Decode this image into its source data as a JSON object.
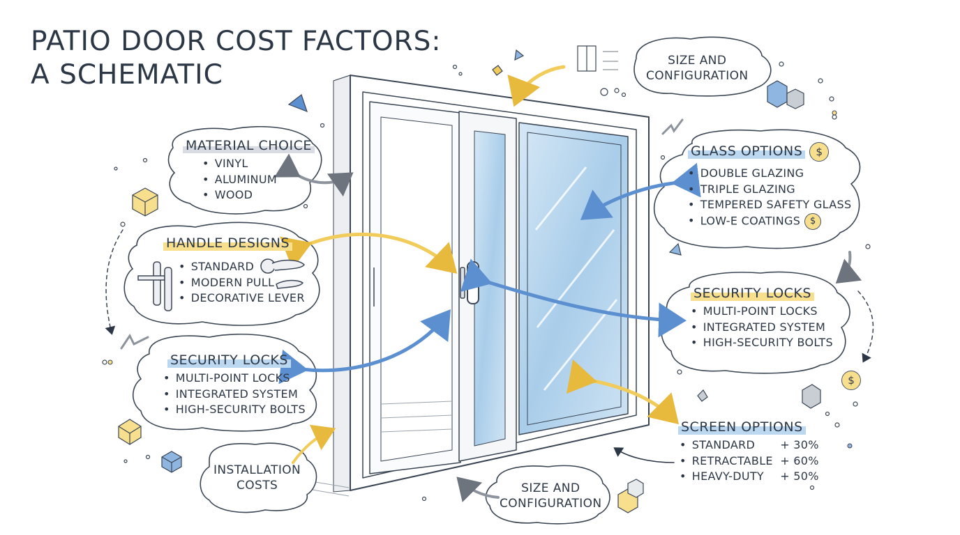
{
  "title": {
    "line1": "PATIO DOOR COST FACTORS:",
    "line2": "A SCHEMATIC"
  },
  "top_size": {
    "line1": "SIZE AND",
    "line2": "CONFIGURATION"
  },
  "material": {
    "heading": "MATERIAL CHOICE",
    "items": [
      "VINYL",
      "ALUMINUM",
      "WOOD"
    ]
  },
  "handles": {
    "heading": "HANDLE DESIGNS",
    "items": [
      "STANDARD",
      "MODERN PULL",
      "DECORATIVE LEVER"
    ]
  },
  "security_left": {
    "heading": "SECURITY LOCKS",
    "items": [
      "MULTI-POINT LOCKS",
      "INTEGRATED SYSTEM",
      "HIGH-SECURITY BOLTS"
    ]
  },
  "installation": {
    "line1": "INSTALLATION",
    "line2": "COSTS"
  },
  "bottom_size": {
    "line1": "SIZE AND",
    "line2": "CONFIGURATION"
  },
  "glass": {
    "heading": "GLASS OPTIONS",
    "coin": "$",
    "items": [
      "DOUBLE GLAZING",
      "TRIPLE GLAZING",
      "TEMPERED SAFETY GLASS",
      "LOW-E COATINGS"
    ]
  },
  "security_right": {
    "heading": "SECURITY LOCKS",
    "items": [
      "MULTI-POINT LOCKS",
      "INTEGRATED SYSTEM",
      "HIGH-SECURITY BOLTS"
    ]
  },
  "screen": {
    "heading": "SCREEN OPTIONS",
    "items": [
      {
        "label": "STANDARD",
        "value": "+ 30%"
      },
      {
        "label": "RETRACTABLE",
        "value": "+ 60%"
      },
      {
        "label": "HEAVY-DUTY",
        "value": "+ 50%"
      }
    ]
  },
  "side_coin": "$",
  "colors": {
    "ink": "#2c3746",
    "glass_blue": "#a9cdea",
    "arrow_blue": "#5b8fd0",
    "highlight_yellow": "#f7df8e",
    "highlight_blue": "#bcd7f0",
    "arrow_yellow": "#f2cc5a",
    "arrow_gray": "#8c939c"
  }
}
